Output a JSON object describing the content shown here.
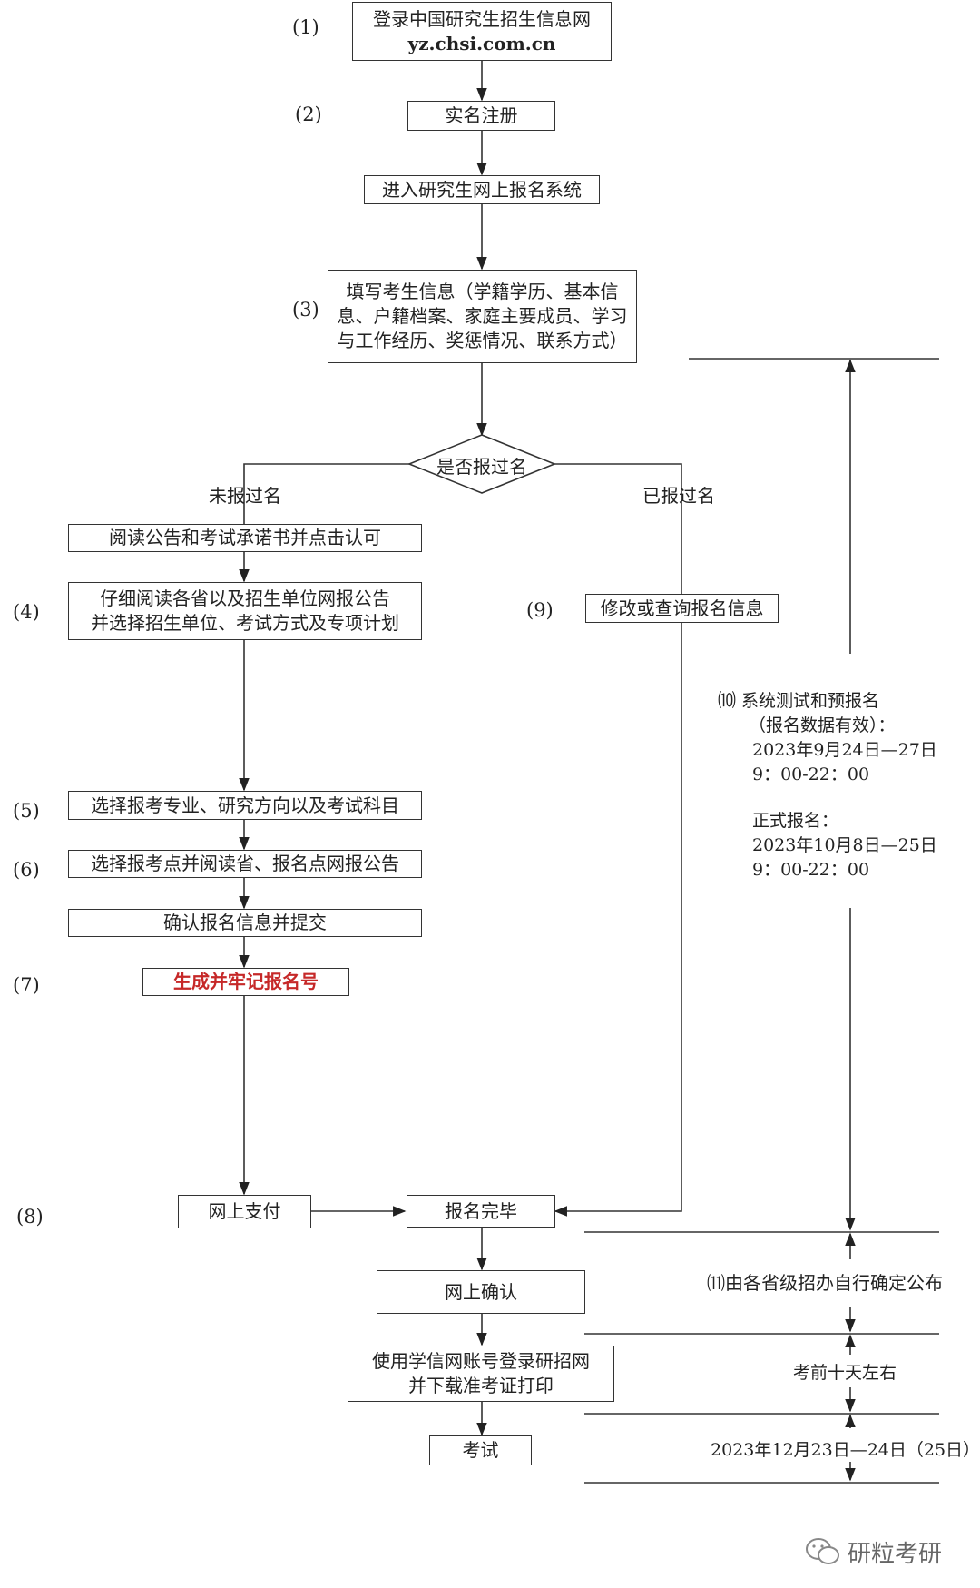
{
  "steps": {
    "s1": "(1)",
    "s2": "(2)",
    "s3": "(3)",
    "s4": "(4)",
    "s5": "(5)",
    "s6": "(6)",
    "s7": "(7)",
    "s8": "(8)",
    "s9": "(9)",
    "s10": "⑽",
    "s11": "⑾"
  },
  "boxes": {
    "login_line1": "登录中国研究生招生信息网",
    "login_line2": "yz.chsi.com.cn",
    "register": "实名注册",
    "enter_system": "进入研究生网上报名系统",
    "fill_info_line1": "填写考生信息（学籍学历、基本信",
    "fill_info_line2": "息、户籍档案、家庭主要成员、学习",
    "fill_info_line3": "与工作经历、奖惩情况、联系方式）",
    "decision": "是否报过名",
    "read_notice": "阅读公告和考试承诺书并点击认可",
    "read_province_line1": "仔细阅读各省以及招生单位网报公告",
    "read_province_line2": "并选择招生单位、考试方式及专项计划",
    "modify_query": "修改或查询报名信息",
    "choose_major": "选择报考专业、研究方向以及考试科目",
    "choose_site": "选择报考点并阅读省、报名点网报公告",
    "confirm_submit": "确认报名信息并提交",
    "gen_number": "生成并牢记报名号",
    "online_pay": "网上支付",
    "reg_done": "报名完毕",
    "online_confirm": "网上确认",
    "download_line1": "使用学信网账号登录研招网",
    "download_line2": "并下载准考证打印",
    "exam": "考试"
  },
  "branches": {
    "not_registered": "未报过名",
    "registered": "已报过名"
  },
  "notes": {
    "n10_line1": "系统测试和预报名",
    "n10_line2": "（报名数据有效）：",
    "n10_line3": "2023年9月24日—27日",
    "n10_line4": "9：00-22：00",
    "n10_line5": "正式报名：",
    "n10_line6": "2023年10月8日—25日",
    "n10_line7": "9：00-22：00",
    "n11": "由各省级招办自行确定公布",
    "ten_days": "考前十天左右",
    "exam_date": "2023年12月23日—24日（25日）"
  },
  "watermark": "研粒考研",
  "colors": {
    "line": "#333333",
    "accent_red": "#c62828"
  }
}
